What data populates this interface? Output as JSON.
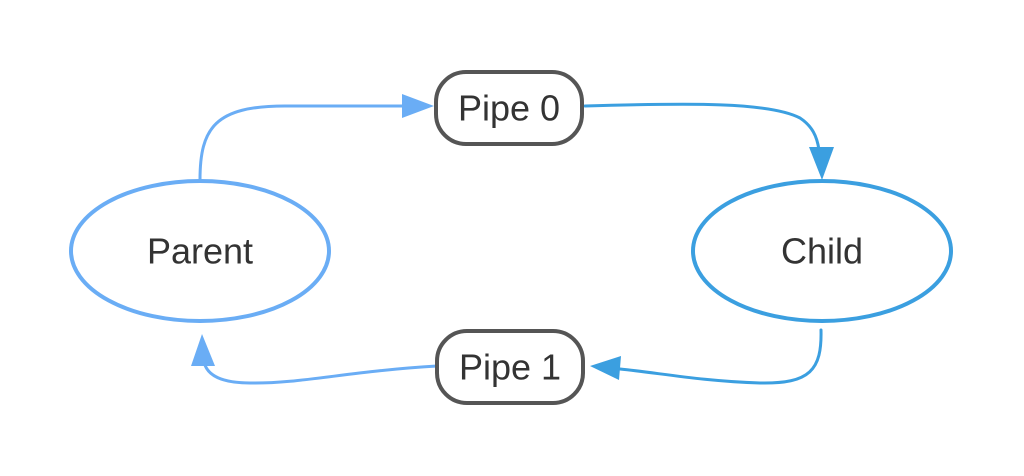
{
  "nodes": {
    "parent": {
      "label": "Parent",
      "color": "#6aadf5"
    },
    "child": {
      "label": "Child",
      "color": "#3b9fe0"
    },
    "pipe0": {
      "label": "Pipe 0",
      "border_color": "#555555"
    },
    "pipe1": {
      "label": "Pipe 1",
      "border_color": "#555555"
    }
  },
  "edges": [
    {
      "from": "parent",
      "to": "pipe0"
    },
    {
      "from": "pipe0",
      "to": "child"
    },
    {
      "from": "child",
      "to": "pipe1"
    },
    {
      "from": "pipe1",
      "to": "parent"
    }
  ],
  "colors": {
    "background": "#ffffff",
    "parent_arrow": "#6aadf5",
    "child_arrow": "#3b9fe0",
    "text": "#333333"
  }
}
